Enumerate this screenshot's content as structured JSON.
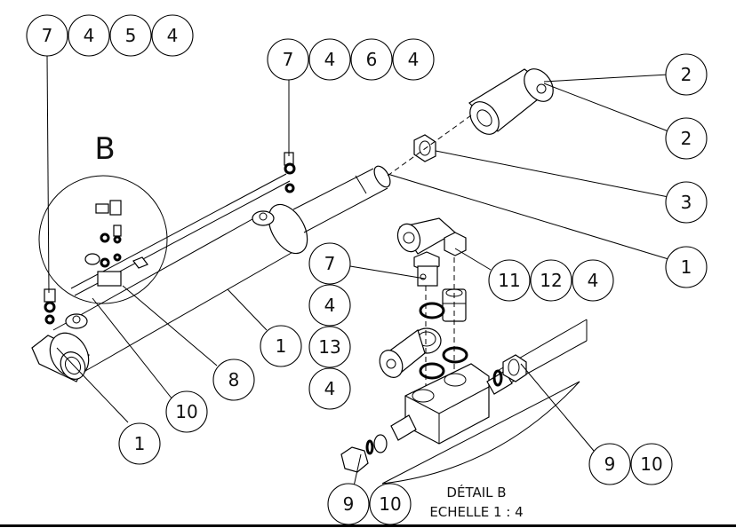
{
  "drawing": {
    "type": "exploded-assembly",
    "detail_marker": "B",
    "detail_caption": {
      "title": "DÉTAIL B",
      "scale": "ECHELLE 1 : 4"
    }
  },
  "balloon_groups": [
    {
      "id": "g-top-left",
      "numbers": [
        "7",
        "4",
        "5",
        "4"
      ]
    },
    {
      "id": "g-top-mid",
      "numbers": [
        "7",
        "4",
        "6",
        "4"
      ]
    },
    {
      "id": "g-right-2a",
      "numbers": [
        "2"
      ]
    },
    {
      "id": "g-right-2b",
      "numbers": [
        "2"
      ]
    },
    {
      "id": "g-right-3",
      "numbers": [
        "3"
      ]
    },
    {
      "id": "g-right-1",
      "numbers": [
        "1"
      ]
    },
    {
      "id": "g-cyl-1",
      "numbers": [
        "1"
      ]
    },
    {
      "id": "g-bottom-1",
      "numbers": [
        "1"
      ]
    },
    {
      "id": "g-10",
      "numbers": [
        "10"
      ]
    },
    {
      "id": "g-8",
      "numbers": [
        "8"
      ]
    },
    {
      "id": "g-detail-stack",
      "numbers": [
        "7",
        "4",
        "13",
        "4"
      ]
    },
    {
      "id": "g-detail-11",
      "numbers": [
        "11",
        "12",
        "4"
      ]
    },
    {
      "id": "g-detail-9-right",
      "numbers": [
        "9",
        "10"
      ]
    },
    {
      "id": "g-detail-9-bottom",
      "numbers": [
        "9",
        "10"
      ]
    }
  ],
  "colors": {
    "line": "#000000",
    "background": "#ffffff"
  }
}
